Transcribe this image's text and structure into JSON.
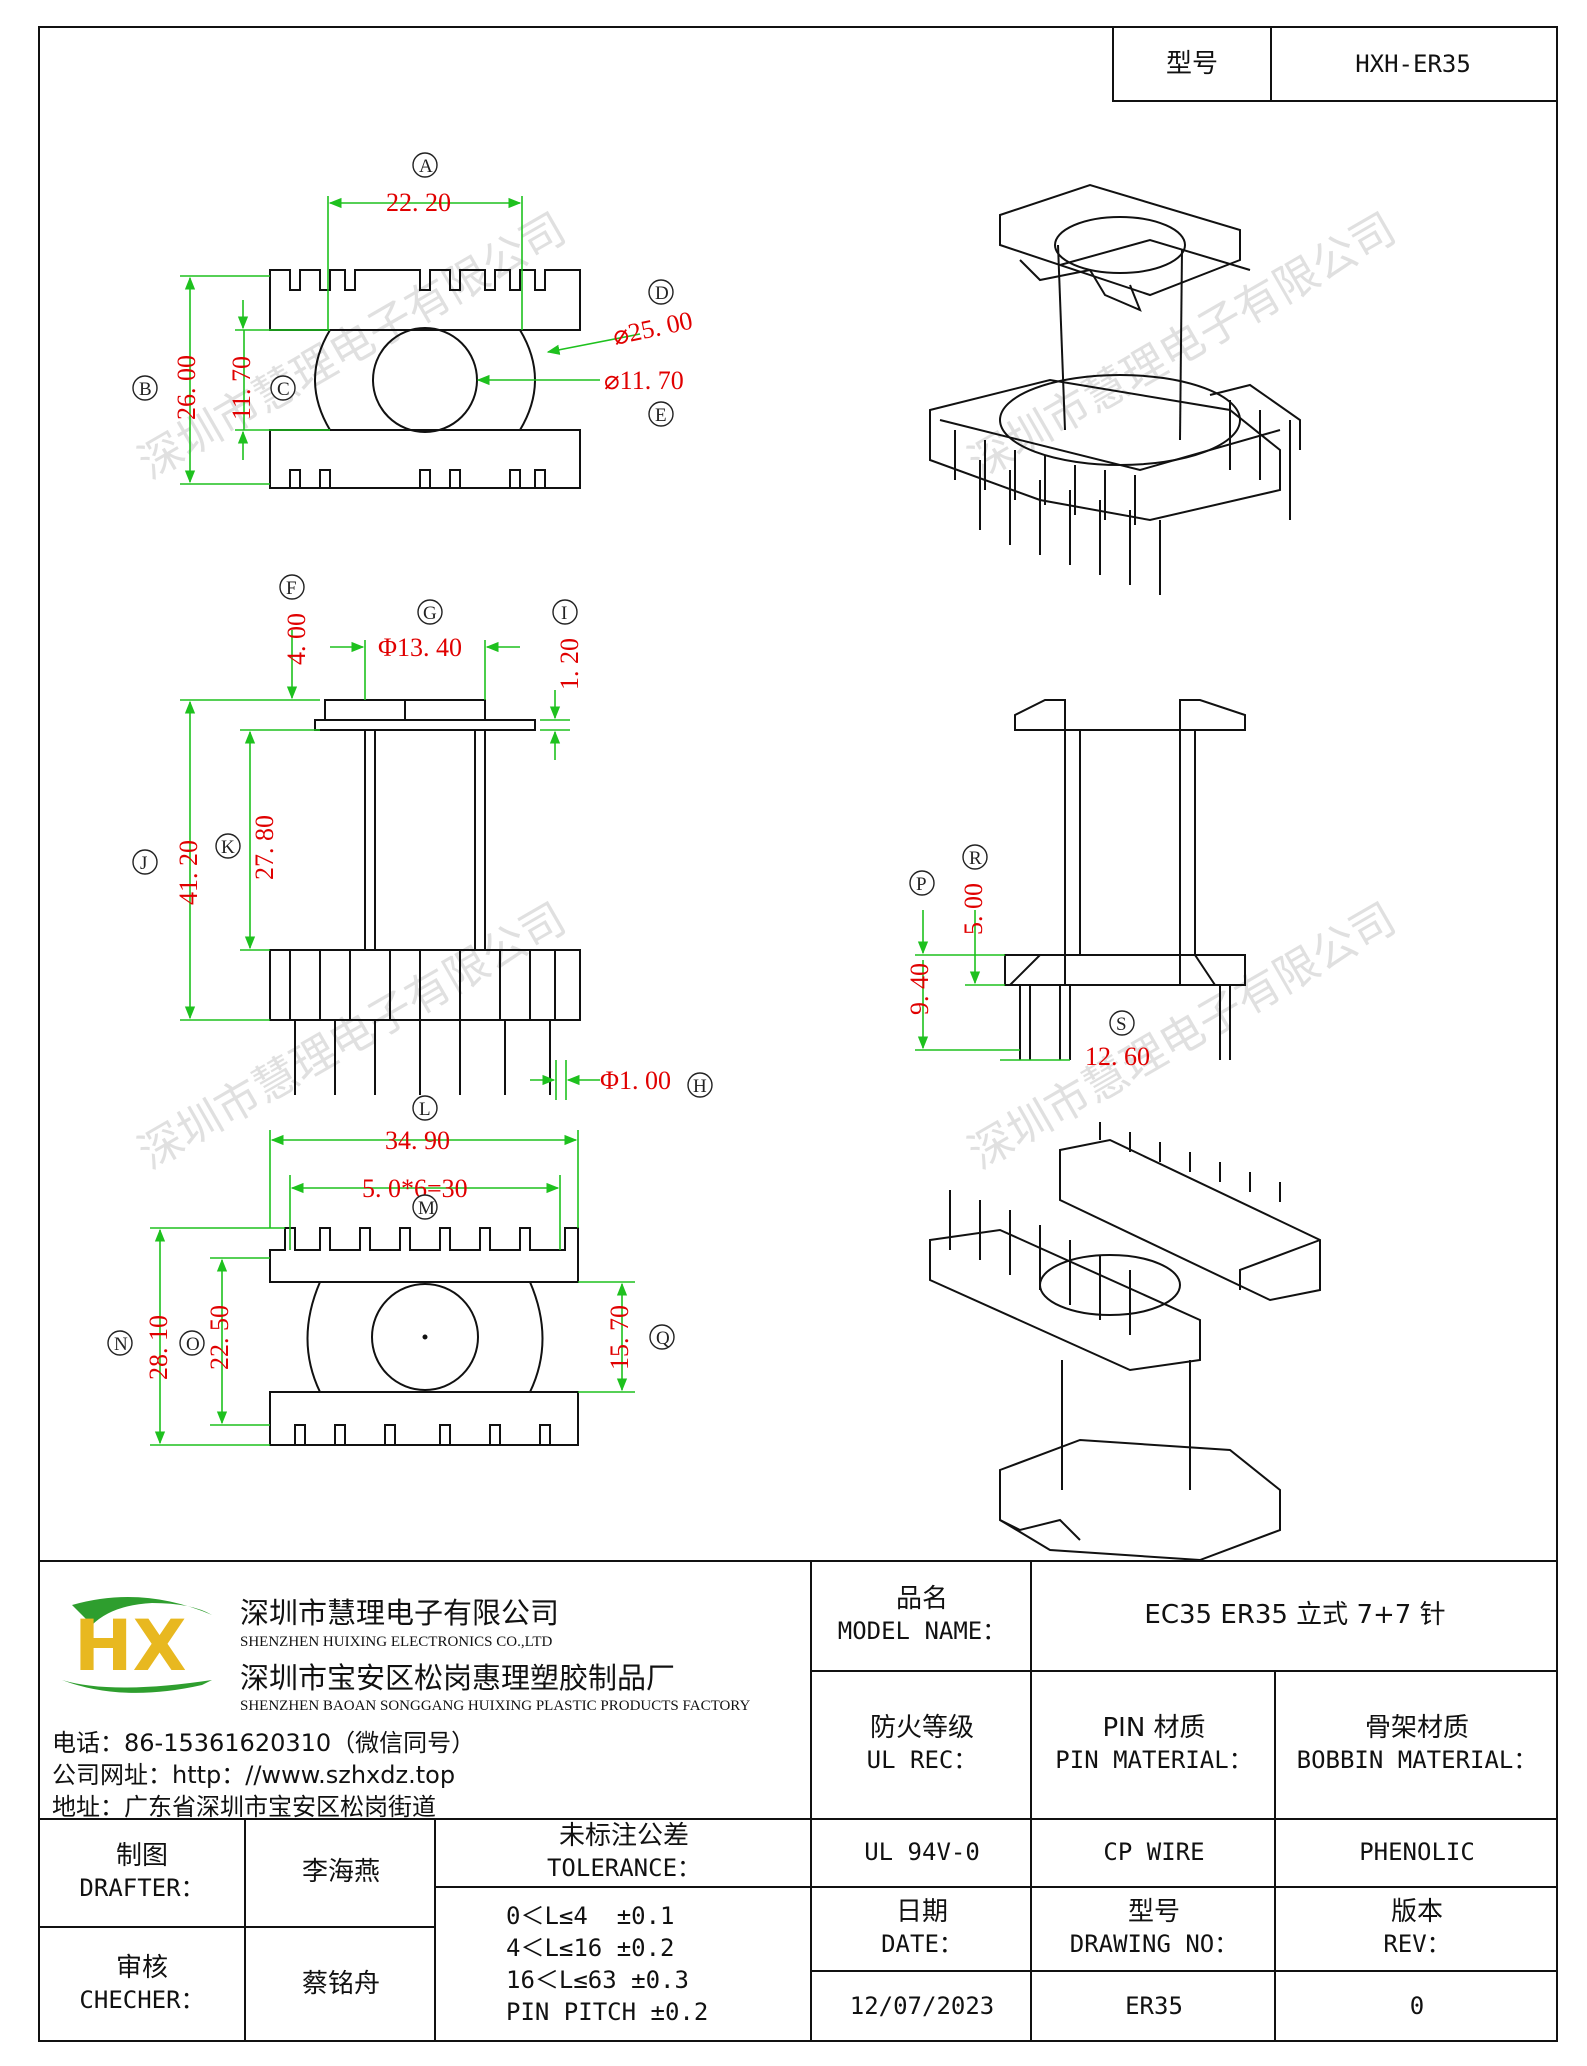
{
  "header": {
    "model_label": "型号",
    "model_value": "HXH-ER35"
  },
  "drawing": {
    "top_view": {
      "A": "22. 20",
      "B": "26. 00",
      "C": "11. 70",
      "D": "⌀25. 00",
      "E": "⌀11. 70",
      "labels": [
        "A",
        "B",
        "C",
        "D",
        "E"
      ]
    },
    "side_view": {
      "F": "4. 00",
      "G": "Φ13. 40",
      "I": "1. 20",
      "J": "41. 20",
      "K": "27. 80",
      "H": "Φ1. 00",
      "labels": [
        "F",
        "G",
        "I",
        "J",
        "K",
        "H"
      ]
    },
    "bottom_view": {
      "L": "34. 90",
      "M": "5. 0*6=30",
      "N": "28. 10",
      "O": "22. 50",
      "Q": "15. 70",
      "labels": [
        "L",
        "M",
        "N",
        "O",
        "Q"
      ]
    },
    "right_side_view": {
      "P": "9. 40",
      "R": "5. 00",
      "S": "12. 60",
      "labels": [
        "P",
        "R",
        "S"
      ]
    },
    "watermark": "深圳市慧理电子有限公司"
  },
  "company": {
    "logo_letters": "HX",
    "name_cn_1": "深圳市慧理电子有限公司",
    "name_en_1": "SHENZHEN HUIXING ELECTRONICS CO.,LTD",
    "name_cn_2": "深圳市宝安区松岗惠理塑胶制品厂",
    "name_en_2": "SHENZHEN BAOAN SONGGANG HUIXING PLASTIC PRODUCTS FACTORY",
    "phone": "电话：86-15361620310（微信同号）",
    "website": "公司网址：http：//www.szhxdz.top",
    "address": "地址：广东省深圳市宝安区松岗街道"
  },
  "title_block": {
    "model_name_cn": "品名",
    "model_name_en": "MODEL NAME：",
    "model_name_value": "EC35 ER35 立式 7+7 针",
    "ul_cn": "防火等级",
    "ul_en": "UL REC：",
    "pin_cn": "PIN 材质",
    "pin_en": "PIN MATERIAL：",
    "bobbin_cn": "骨架材质",
    "bobbin_en": "BOBBIN MATERIAL：",
    "ul_value": "UL 94V-0",
    "pin_value": "CP WIRE",
    "bobbin_value": "PHENOLIC",
    "drafter_cn": "制图",
    "drafter_en": "DRAFTER：",
    "drafter_name": "李海燕",
    "checker_cn": "审核",
    "checker_en": "CHECHER：",
    "checker_name": "蔡铭舟",
    "tolerance_cn": "未标注公差",
    "tolerance_en": "TOLERANCE：",
    "tolerances": [
      "0＜L≤4  ±0.1",
      "4＜L≤16 ±0.2",
      "16＜L≤63 ±0.3",
      "PIN PITCH ±0.2"
    ],
    "date_cn": "日期",
    "date_en": "DATE：",
    "date_value": "12/07/2023",
    "drawing_no_cn": "型号",
    "drawing_no_en": "DRAWING NO：",
    "drawing_no_value": "ER35",
    "rev_cn": "版本",
    "rev_en": "REV：",
    "rev_value": "0"
  }
}
